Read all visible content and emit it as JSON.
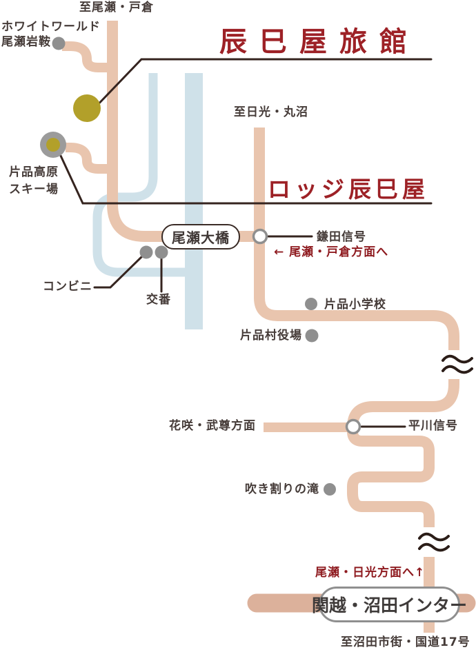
{
  "map": {
    "titles": {
      "ryokan": "辰巳屋旅館",
      "lodge": "ロッジ辰巳屋"
    },
    "direction_labels": {
      "top": "至尾瀬・戸倉",
      "nikko": "至日光・丸沼",
      "hanasaku": "花咲・武尊方面",
      "bottom": "至沼田市街・国道17号",
      "to_oze_tokura": "← 尾瀬・戸倉方面へ",
      "to_oze_nikko": "尾瀬・日光方面へ↑"
    },
    "landmarks": {
      "white_world_line1": "ホワイトワールド",
      "white_world_line2": "尾瀬岩鞍",
      "ski_line1": "片品高原",
      "ski_line2": "スキー場",
      "conbini": "コンビニ",
      "koban": "交番",
      "elementary": "片品小学校",
      "village_office": "片品村役場",
      "falls": "吹き割りの滝"
    },
    "signals": {
      "kamata": "鎌田信号",
      "hirakawa": "平川信号"
    },
    "badges": {
      "bridge": "尾瀬大橋",
      "interchange": "関越・沼田インター"
    },
    "colors": {
      "road": "#e9c5ae",
      "highway": "#dcb19b",
      "river": "#cfe1e9",
      "line": "#35241f",
      "accent_red": "#9d2126",
      "warn_red": "#8e1a1f",
      "marker_gray": "#8f8f8f",
      "marker_olive": "#b2a02a",
      "signal_ring": "#8f8f8f"
    }
  }
}
